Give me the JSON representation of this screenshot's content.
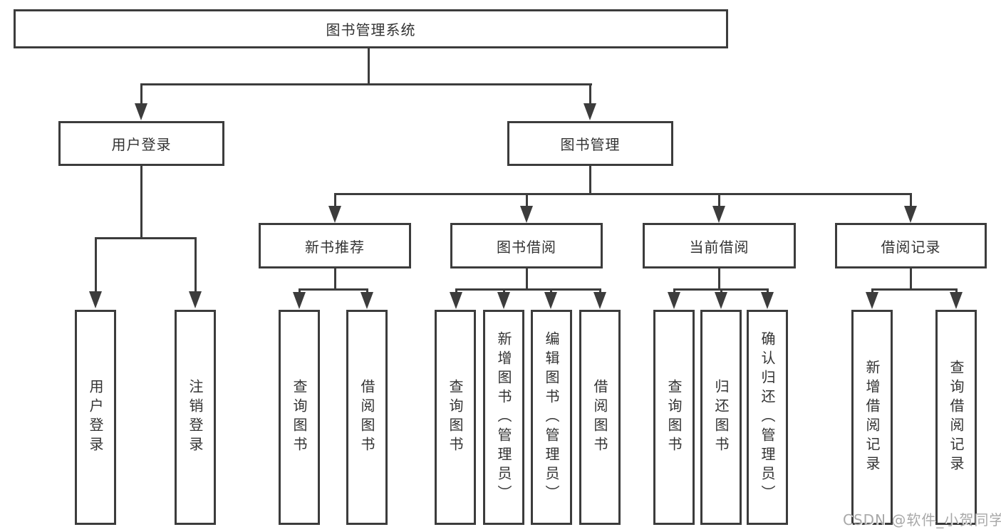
{
  "diagram": {
    "type": "hierarchy-tree",
    "colors": {
      "line": "#3c3c3c",
      "border": "#3c3c3c",
      "text": "#333333",
      "background": "#ffffff",
      "watermark_text": "#a8a8a8"
    }
  },
  "tree": {
    "label": "图书管理系统",
    "children": [
      {
        "label": "用户登录",
        "children": [
          {
            "label": "用户登录"
          },
          {
            "label": "注销登录"
          }
        ]
      },
      {
        "label": "图书管理",
        "children": [
          {
            "label": "新书推荐",
            "children": [
              {
                "label": "查询图书"
              },
              {
                "label": "借阅图书"
              }
            ]
          },
          {
            "label": "图书借阅",
            "children": [
              {
                "label": "查询图书"
              },
              {
                "label": "新增图书（管理员）"
              },
              {
                "label": "编辑图书（管理员）"
              },
              {
                "label": "借阅图书"
              }
            ]
          },
          {
            "label": "当前借阅",
            "children": [
              {
                "label": "查询图书"
              },
              {
                "label": "归还图书"
              },
              {
                "label": "确认归还（管理员）"
              }
            ]
          },
          {
            "label": "借阅记录",
            "children": [
              {
                "label": "新增借阅记录"
              },
              {
                "label": "查询借阅记录"
              }
            ]
          }
        ]
      }
    ]
  },
  "watermark": {
    "text": "CSDN @软件_小贺同学"
  }
}
